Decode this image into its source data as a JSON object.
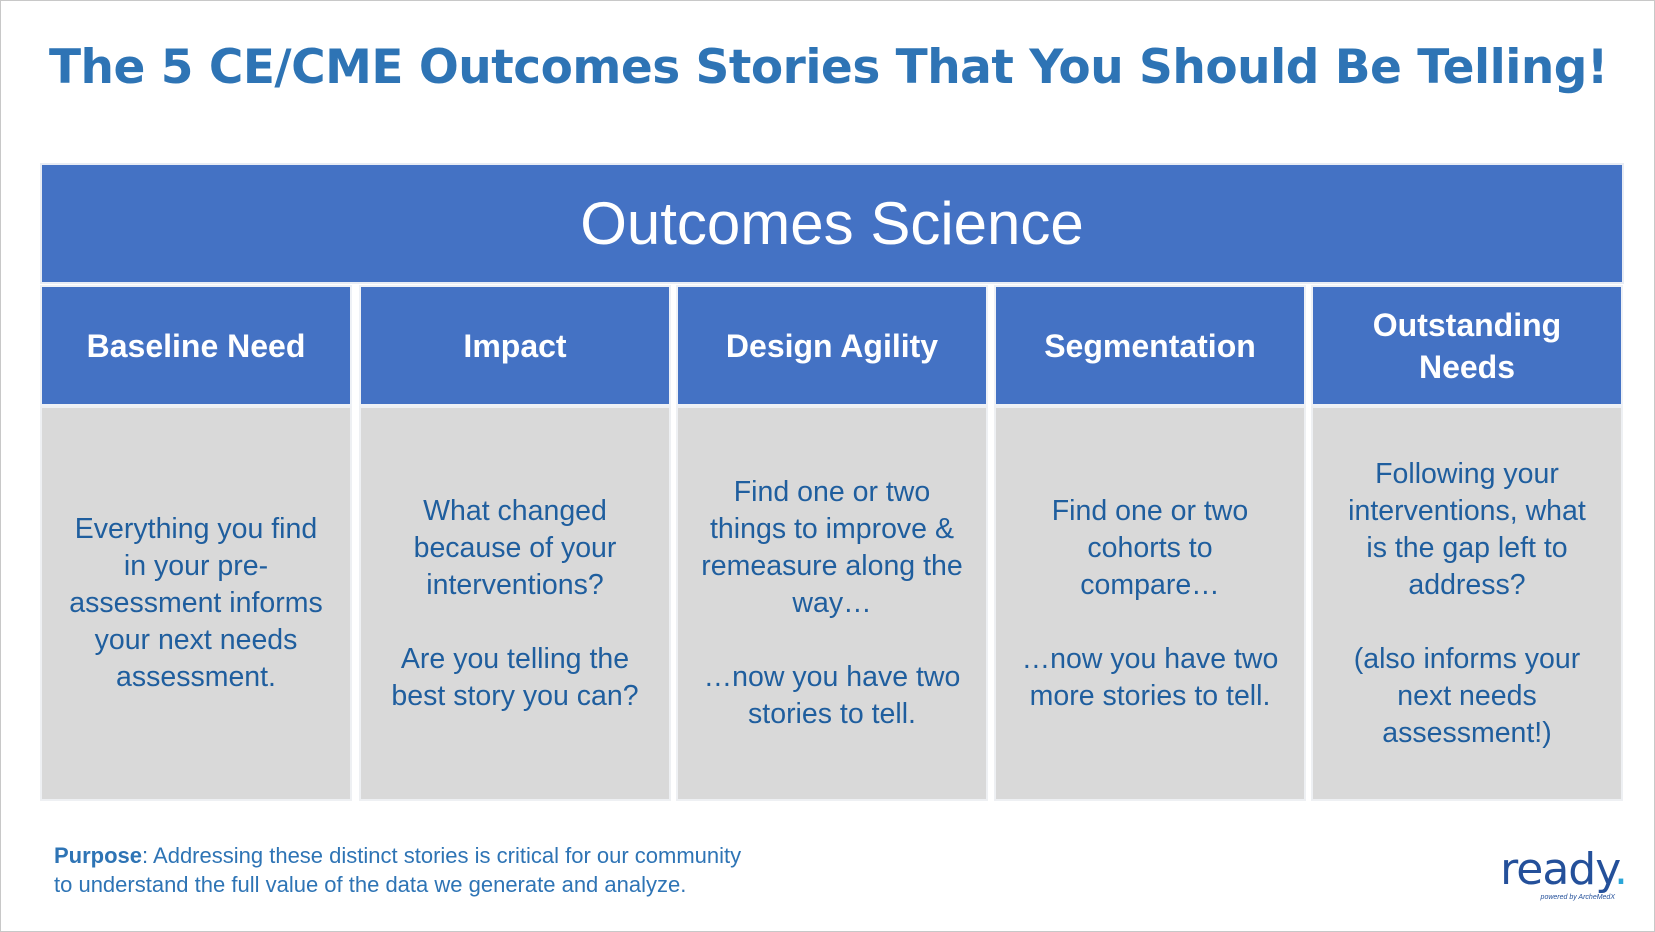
{
  "title": "The 5 CE/CME Outcomes Stories That You Should Be Telling!",
  "banner": "Outcomes Science",
  "columns": [
    {
      "heading_lines": [
        "Baseline Need"
      ],
      "body": [
        "Everything you find in your pre-assessment informs your next needs assessment."
      ]
    },
    {
      "heading_lines": [
        "Impact"
      ],
      "body": [
        "What changed because of your interventions?",
        "Are you telling the best story you can?"
      ]
    },
    {
      "heading_lines": [
        "Design Agility"
      ],
      "body": [
        "Find one or two things to improve & remeasure along the way…",
        "…now you have two stories to tell."
      ]
    },
    {
      "heading_lines": [
        "Segmentation"
      ],
      "body": [
        "Find one or two cohorts to compare…",
        "…now you have two more stories to tell."
      ]
    },
    {
      "heading_lines": [
        "Outstanding Needs"
      ],
      "body": [
        "Following your interventions, what is the gap left to address?",
        "(also informs your next needs assessment!)"
      ]
    }
  ],
  "purpose": {
    "label": "Purpose",
    "text_line1": ": Addressing these distinct stories is critical for our community",
    "text_line2": "to understand the full value of the data we generate and analyze."
  },
  "logo": {
    "word": "ready",
    "dot": ".",
    "tagline": "powered by ArcheMedX"
  },
  "colors": {
    "title": "#2e74b5",
    "header_fill": "#4472c4",
    "cell_fill": "#d9d9d9",
    "body_text": "#1f5e9e"
  }
}
